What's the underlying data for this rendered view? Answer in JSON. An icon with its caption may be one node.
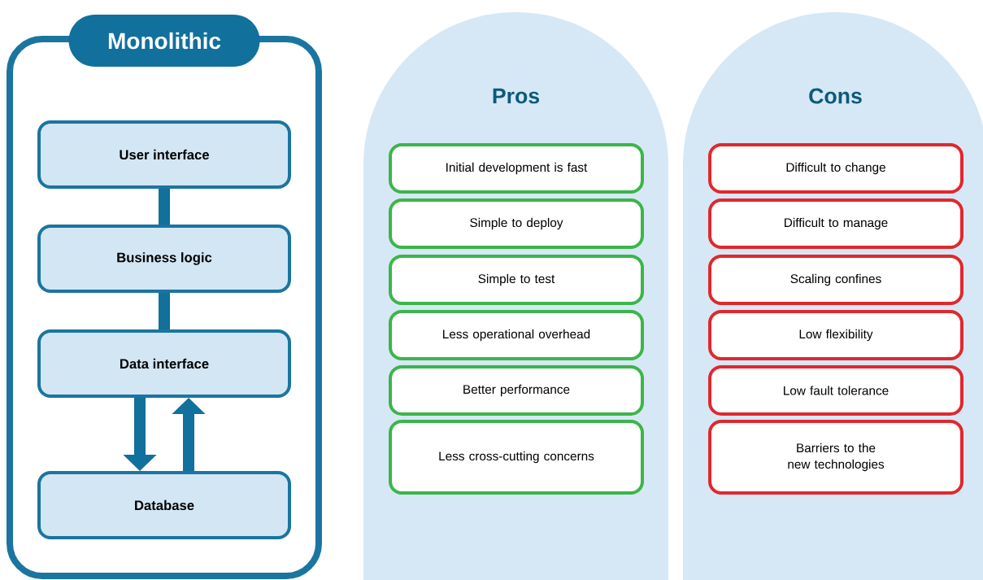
{
  "diagram": {
    "nodes": [
      {
        "text": [
          "Monolithic"
        ]
      },
      {
        "text": [
          "User interface"
        ],
        "in": 0
      },
      {
        "text": [
          "Business logic"
        ],
        "in": 0
      },
      {
        "text": [
          "Data interface"
        ],
        "in": 0
      },
      {
        "text": [
          "Database"
        ],
        "in": 0
      },
      {
        "text": [
          "Pros"
        ]
      },
      {
        "text": [
          "Initial development is fast"
        ],
        "in": 5
      },
      {
        "text": [
          "Simple to deploy"
        ],
        "in": 5
      },
      {
        "text": [
          "Simple to test"
        ],
        "in": 5
      },
      {
        "text": [
          "Less operational overhead"
        ],
        "in": 5
      },
      {
        "text": [
          "Better performance"
        ],
        "in": 5
      },
      {
        "text": [
          "Less cross-cutting concerns"
        ],
        "in": 5
      },
      {
        "text": [
          "Cons"
        ]
      },
      {
        "text": [
          "Difficult to change"
        ],
        "in": 12
      },
      {
        "text": [
          "Difficult to manage"
        ],
        "in": 12
      },
      {
        "text": [
          "Scaling confines"
        ],
        "in": 12
      },
      {
        "text": [
          "Low flexibility"
        ],
        "in": 12
      },
      {
        "text": [
          "Low fault tolerance"
        ],
        "in": 12
      },
      {
        "text": [
          "Barriers to the new technologies"
        ],
        "in": 12
      }
    ],
    "edges": [
      {
        "from": 1,
        "to": 2,
        "arrow": "none"
      },
      {
        "from": 2,
        "to": 3,
        "arrow": "none"
      },
      {
        "from": 3,
        "to": 4,
        "arrow": "to"
      },
      {
        "from": 4,
        "to": 3,
        "arrow": "to"
      }
    ]
  }
}
